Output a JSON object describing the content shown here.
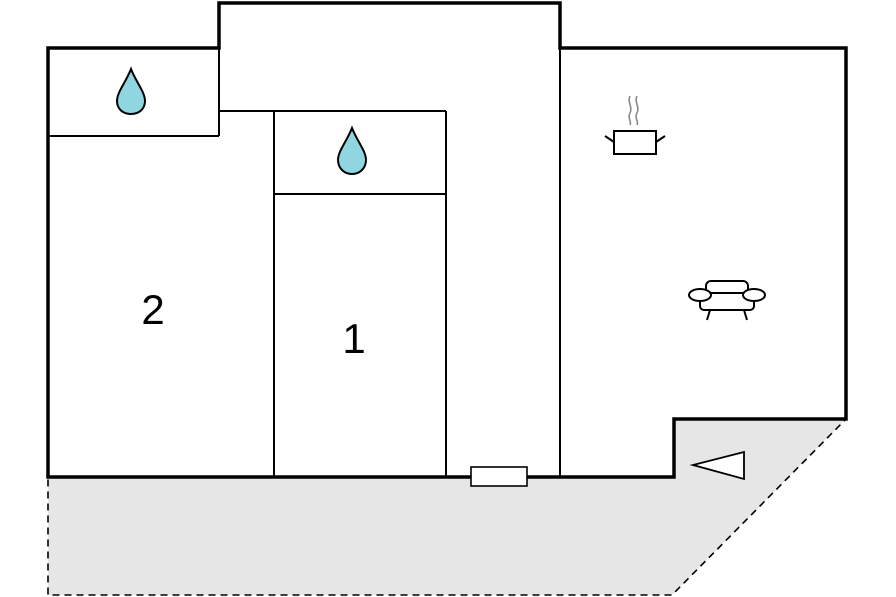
{
  "rooms": [
    {
      "id": "room-1",
      "label": "1"
    },
    {
      "id": "room-2",
      "label": "2"
    }
  ],
  "icons": [
    "water-drop-icon",
    "water-drop-icon",
    "cooking-pot-icon",
    "sofa-icon",
    "entrance-arrow-icon",
    "window-icon"
  ],
  "colors": {
    "terrace_fill": "#e6e6e6",
    "water_drop": "#8fd6e0",
    "wall": "#000000"
  }
}
